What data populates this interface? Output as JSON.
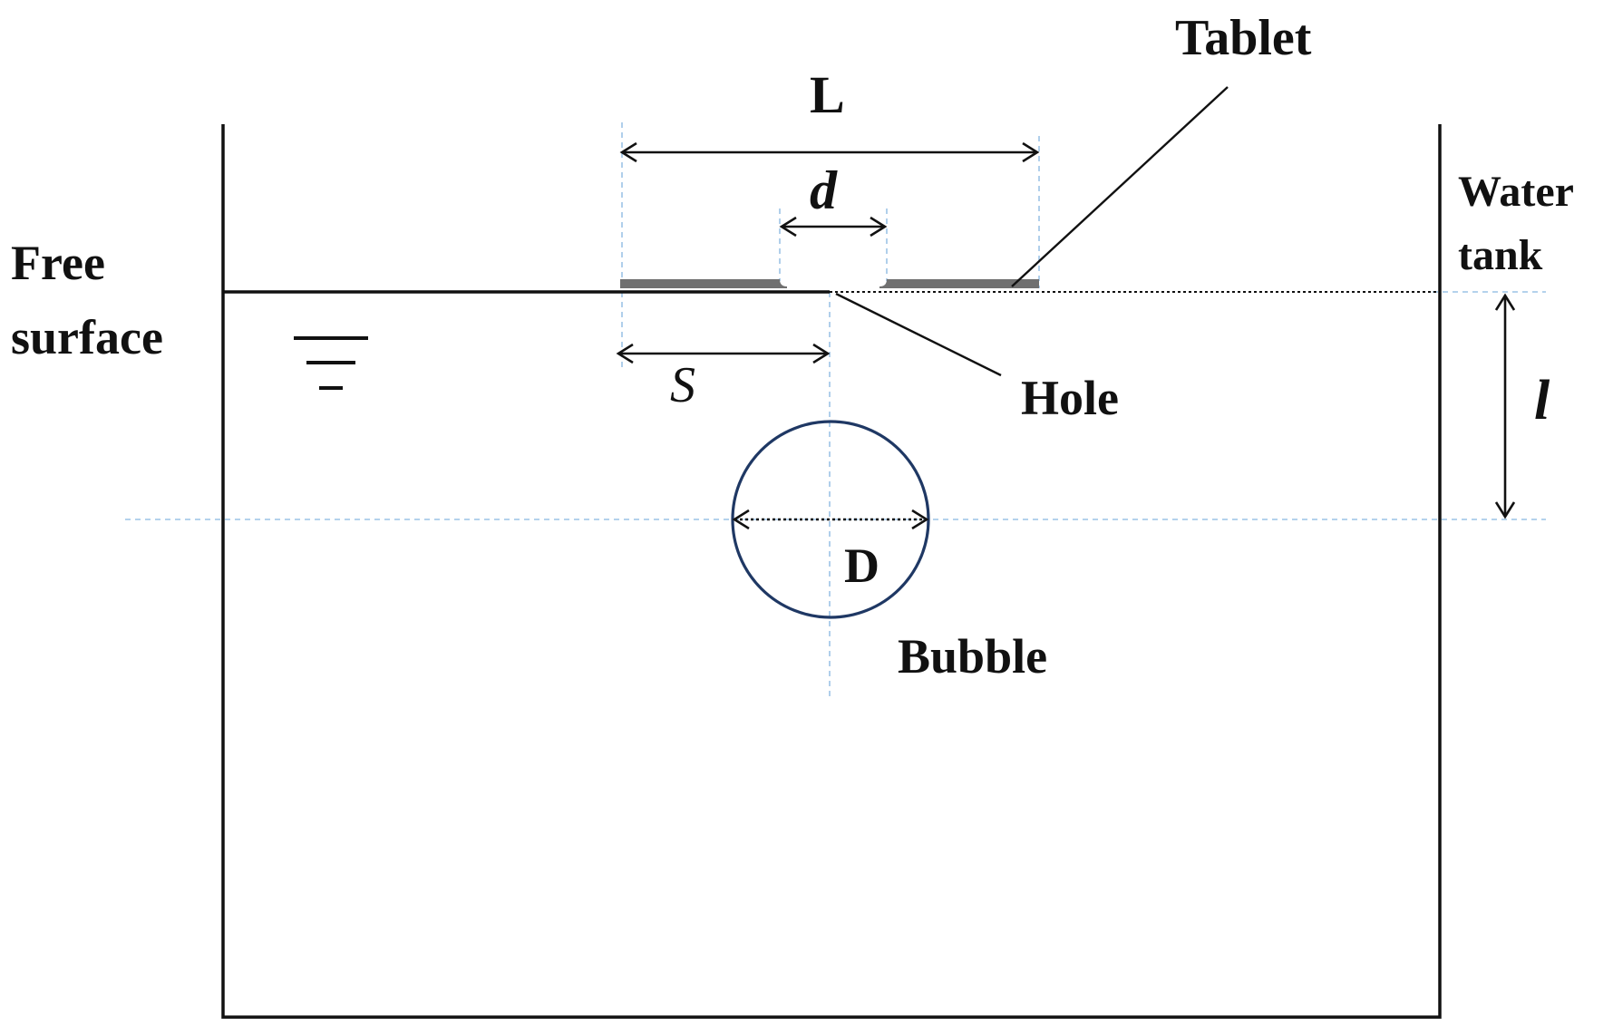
{
  "labels": {
    "tablet": "Tablet",
    "L": "L",
    "d": "d",
    "water_tank_line1": "Water",
    "water_tank_line2": "tank",
    "free_surface_line1": "Free",
    "free_surface_line2": "surface",
    "S": "S",
    "hole": "Hole",
    "l": "l",
    "D": "D",
    "bubble": "Bubble"
  },
  "colors": {
    "line": "#111111",
    "tablet": "#707070",
    "guide": "#9cc3e6",
    "bubble": "#1f3864"
  }
}
